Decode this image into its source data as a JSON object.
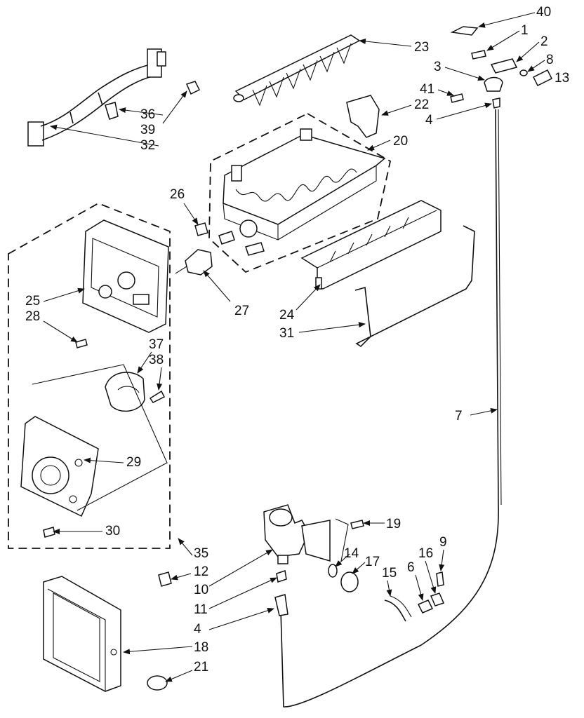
{
  "labels": {
    "p1": "1",
    "p2": "2",
    "p3": "3",
    "p4a": "4",
    "p4b": "4",
    "p6": "6",
    "p7": "7",
    "p8": "8",
    "p9": "9",
    "p10": "10",
    "p11": "11",
    "p12": "12",
    "p13": "13",
    "p14": "14",
    "p15": "15",
    "p16": "16",
    "p17": "17",
    "p18": "18",
    "p19": "19",
    "p20": "20",
    "p21": "21",
    "p22": "22",
    "p23": "23",
    "p24": "24",
    "p25": "25",
    "p26": "26",
    "p27": "27",
    "p28": "28",
    "p29": "29",
    "p30": "30",
    "p31": "31",
    "p32": "32",
    "p35": "35",
    "p36": "36",
    "p37": "37",
    "p38": "38",
    "p39": "39",
    "p40": "40",
    "p41": "41"
  },
  "colors": {
    "ink": "#111111",
    "paper": "#ffffff"
  }
}
